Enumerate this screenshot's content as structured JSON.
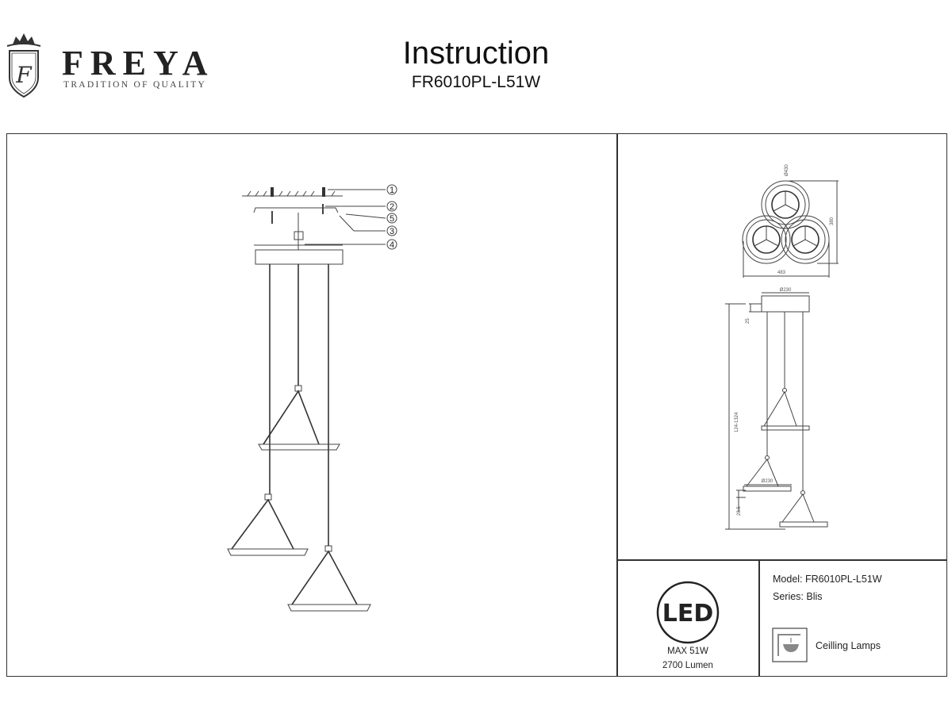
{
  "header": {
    "brand": "FREYA",
    "brand_tagline": "TRADITION OF QUALITY",
    "logo_letter": "F",
    "title": "Instruction",
    "model_code": "FR6010PL-L51W"
  },
  "assembly_callouts": [
    "1",
    "2",
    "5",
    "3",
    "4"
  ],
  "dimensions": {
    "top_view_diameter": "Ø430",
    "top_view_height": "380",
    "top_view_width": "483",
    "canopy_diameter": "Ø230",
    "canopy_height": "25",
    "total_height": "124-1324",
    "shade_diameter": "Ø230",
    "shade_height": "28.5"
  },
  "specs": {
    "led_badge": "LED",
    "max_power": "MAX 51W",
    "lumen": "2700 Lumen",
    "model": "Model: FR6010PL-L51W",
    "series": "Series: Blis",
    "category": "Ceilling Lamps"
  }
}
